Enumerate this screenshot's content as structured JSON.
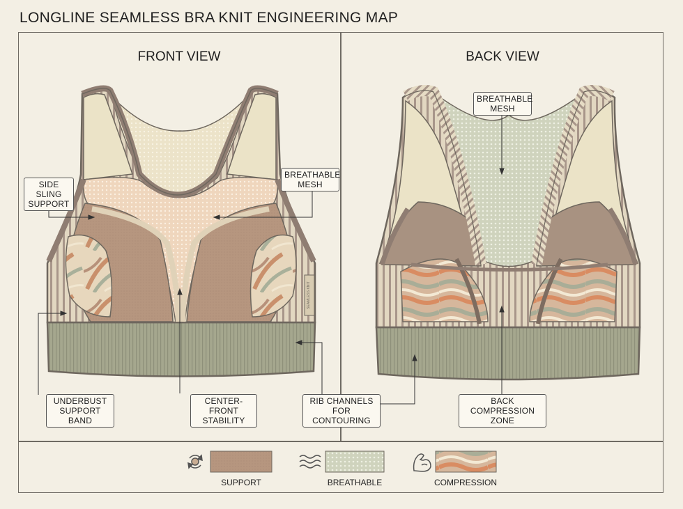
{
  "title": "LONGLINE SEAMLESS BRA KNIT ENGINEERING MAP",
  "front_view": {
    "title": "FRONT VIEW",
    "callouts": {
      "side_sling": [
        "SIDE SLING",
        "SUPPORT"
      ],
      "breathable_mesh": [
        "BREATHABLE",
        "MESH"
      ],
      "underbust": [
        "UNDERBUST",
        "SUPPORT BAND"
      ],
      "center_front": [
        "CENTER-FRONT",
        "STABILITY"
      ]
    },
    "label_tag": "SEAMLESS KNIT"
  },
  "back_view": {
    "title": "BACK VIEW",
    "callouts": {
      "breathable_mesh": [
        "BREATHABLE",
        "MESH"
      ],
      "back_compression": [
        "BACK COMPRESSION",
        "ZONE"
      ]
    }
  },
  "shared_callout": [
    "RIB CHANNELS",
    "FOR CONTOURING"
  ],
  "legend": [
    {
      "label": "SUPPORT",
      "icon": "rotation-cycle-icon",
      "swatch": "#b99a82"
    },
    {
      "label": "BREATHABLE",
      "icon": "airflow-waves-icon",
      "swatch": "#d8dbc7"
    },
    {
      "label": "COMPRESSION",
      "icon": "flexed-arm-icon",
      "swatch": "#c9a58a"
    }
  ],
  "colors": {
    "background": "#f3efe4",
    "outline": "#7b6b62",
    "support": "#b99a82",
    "mesh_front": "#efd9c2",
    "mesh_back": "#cfd2bc",
    "band": "#a3a58c",
    "stripe": "#d9cdb6",
    "cream": "#ece4c8"
  }
}
